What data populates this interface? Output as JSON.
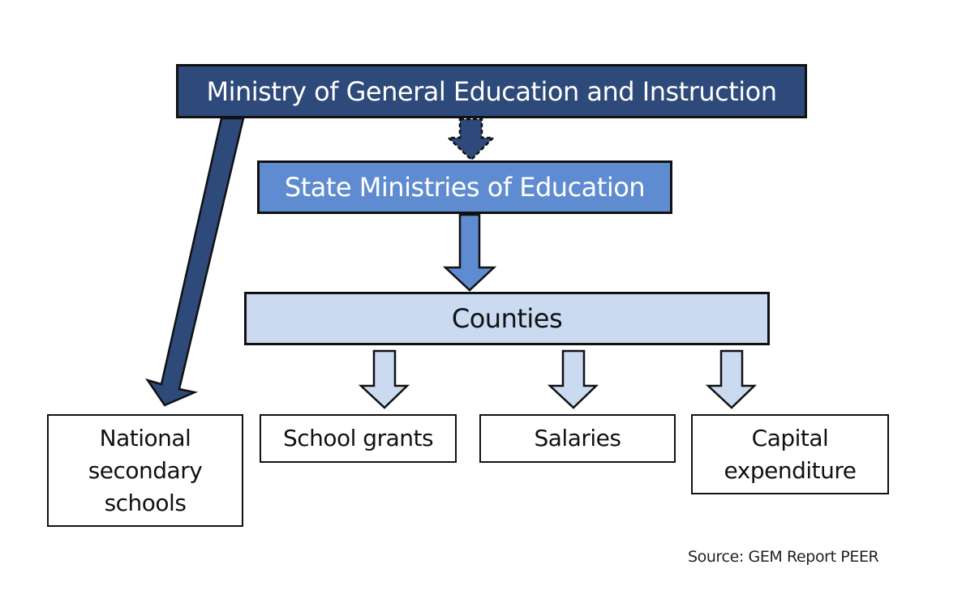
{
  "diagram": {
    "title": "",
    "colors": {
      "level1_fill": "#2E4A7A",
      "level2_fill": "#5F8BD0",
      "level3_fill": "#CADAF1",
      "leaf_fill": "#FFFFFF",
      "outline": "#111111"
    },
    "nodes": {
      "ministry": {
        "label": "Ministry of General Education and Instruction"
      },
      "state": {
        "label": "State Ministries of Education"
      },
      "counties": {
        "label": "Counties"
      },
      "national_schools": {
        "lines": [
          "National",
          "secondary",
          "schools"
        ]
      },
      "school_grants": {
        "label": "School grants"
      },
      "salaries": {
        "label": "Salaries"
      },
      "capital": {
        "lines": [
          "Capital",
          "expenditure"
        ]
      }
    },
    "edges": [
      {
        "from": "ministry",
        "to": "state",
        "style": "dashed"
      },
      {
        "from": "ministry",
        "to": "national_schools",
        "style": "solid"
      },
      {
        "from": "state",
        "to": "counties",
        "style": "solid"
      },
      {
        "from": "counties",
        "to": "school_grants",
        "style": "solid"
      },
      {
        "from": "counties",
        "to": "salaries",
        "style": "solid"
      },
      {
        "from": "counties",
        "to": "capital",
        "style": "solid"
      }
    ],
    "source": "Source: GEM Report PEER"
  }
}
